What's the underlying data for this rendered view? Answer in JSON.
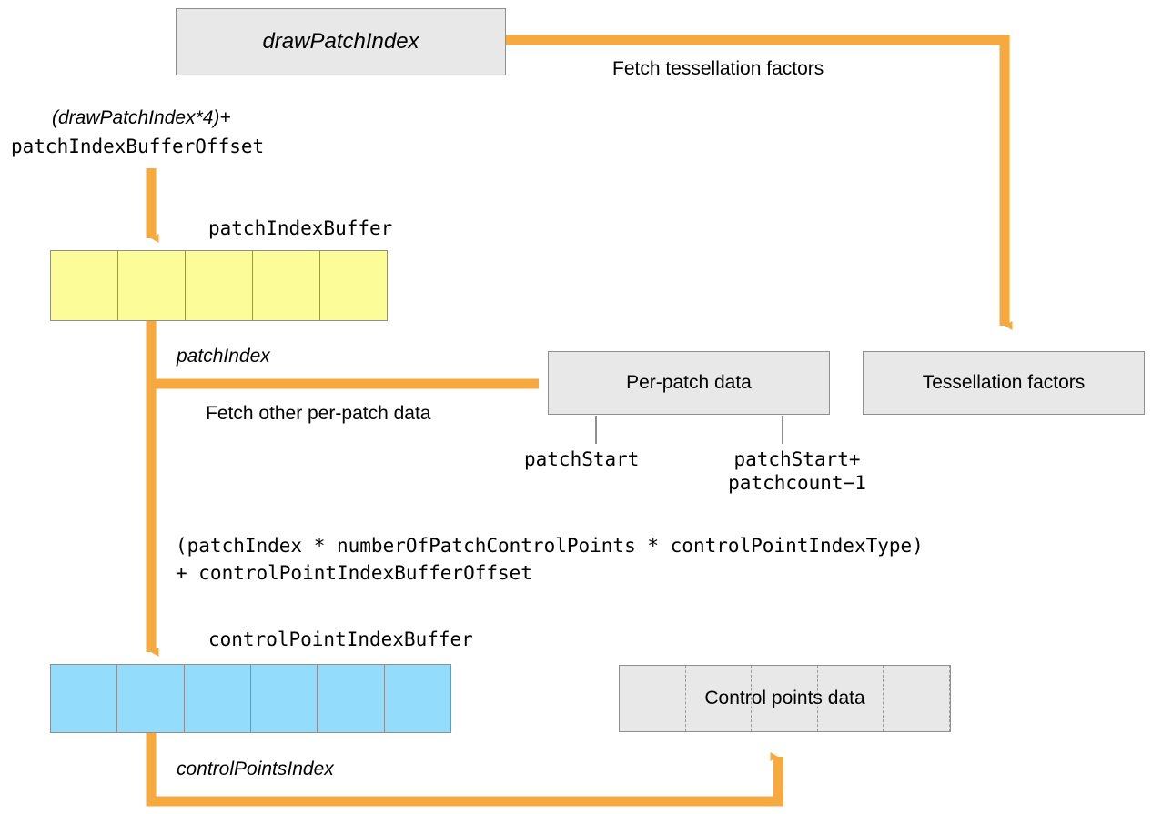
{
  "diagram": {
    "title": "Tessellation patch index and control point index buffer flow",
    "colors": {
      "arrow": "#f5a93f",
      "box_fill": "#e8e8e8",
      "box_border": "#8f8f8f",
      "patch_index_buffer_fill": "#fcfc99",
      "control_point_index_buffer_fill": "#93dcfb",
      "text": "#000000"
    }
  },
  "nodes": {
    "draw_patch_index": "drawPatchIndex",
    "per_patch_data": "Per-patch data",
    "tessellation_factors": "Tessellation factors",
    "control_points_data": "Control points data"
  },
  "buffers": {
    "patch_index_buffer": {
      "label": "patchIndexBuffer",
      "cell_count": 5,
      "fill": "#fcfc99"
    },
    "control_point_index_buffer": {
      "label": "controlPointIndexBuffer",
      "cell_count": 6,
      "fill": "#93dcfb"
    },
    "control_points_data_segments": 5
  },
  "labels": {
    "patch_index_offset_italic": "(drawPatchIndex*4)+",
    "patch_index_offset_mono": "patchIndexBufferOffset",
    "fetch_tessellation_factors": "Fetch tessellation factors",
    "patch_index": "patchIndex",
    "fetch_other_per_patch_data": "Fetch other per-patch data",
    "patch_start": "patchStart",
    "patch_start_plus_line1": "patchStart+",
    "patch_start_plus_line2": "patchcount−1",
    "control_point_formula_line1": "(patchIndex * numberOfPatchControlPoints * controlPointIndexType)",
    "control_point_formula_line2": "+ controlPointIndexBufferOffset",
    "control_points_index": "controlPointsIndex"
  }
}
